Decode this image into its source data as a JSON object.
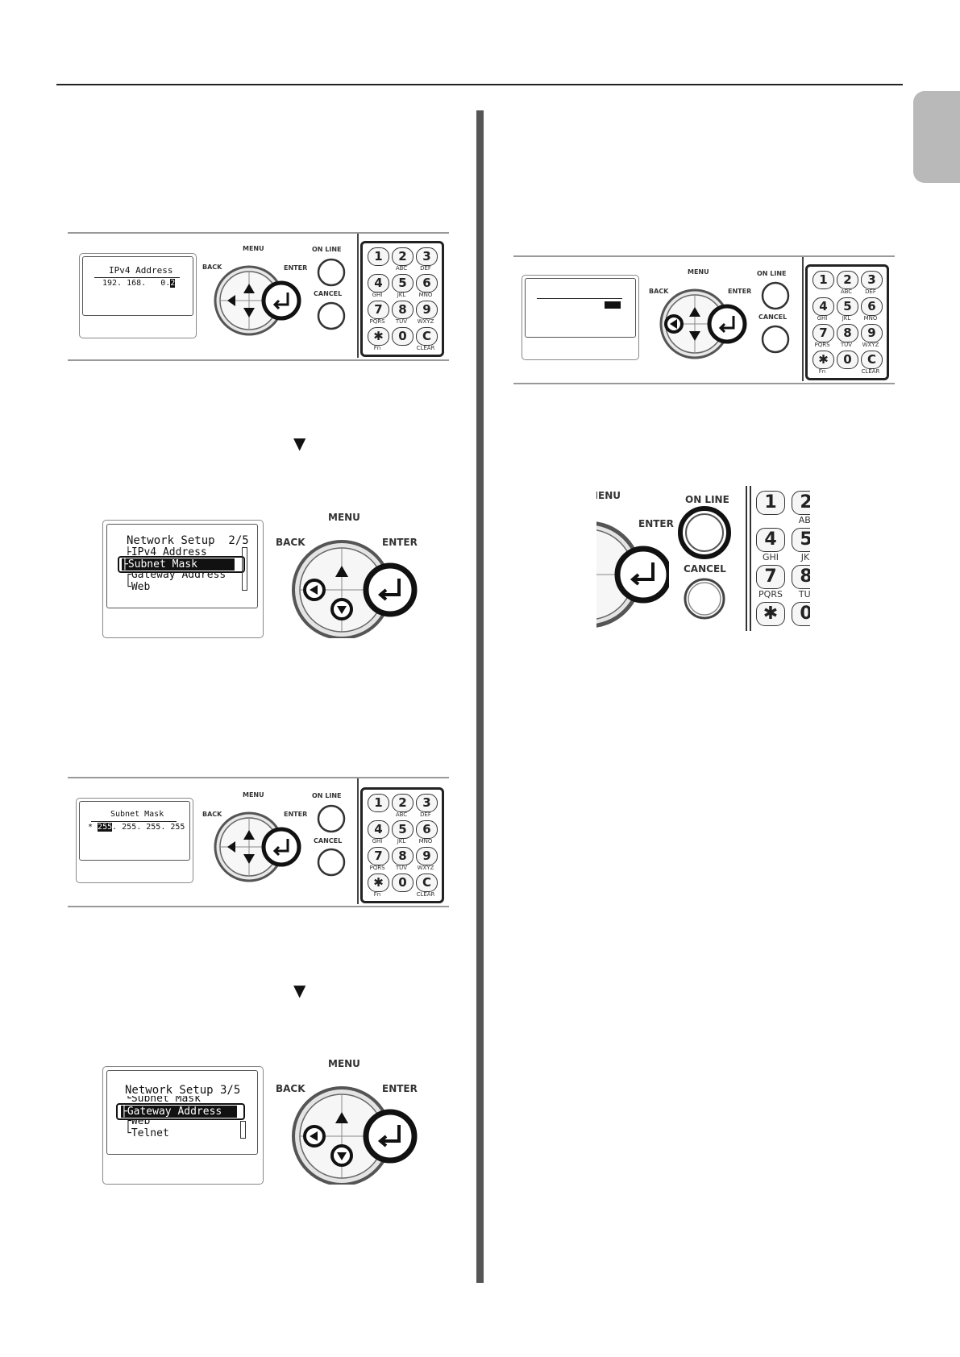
{
  "panel_labels": {
    "menu": "MENU",
    "back": "BACK",
    "enter": "ENTER",
    "online": "ON LINE",
    "cancel": "CANCEL"
  },
  "keypad": {
    "keys": [
      "1",
      "2",
      "3",
      "4",
      "5",
      "6",
      "7",
      "8",
      "9",
      "✱",
      "0",
      "C"
    ],
    "subs": [
      "",
      "ABC",
      "DEF",
      "GHI",
      "JKL",
      "MNO",
      "PQRS",
      "TUV",
      "WXYZ",
      "Fn",
      "",
      "CLEAR"
    ]
  },
  "step_arrows": [
    "▼",
    "▼"
  ],
  "screens": {
    "ipv4": {
      "title": "IPv4 Address",
      "value": "192. 168.   0.",
      "cursor": "2"
    },
    "network_2": {
      "title": "Network Setup  2/5",
      "items": [
        "├IPv4 Address",
        "├Subnet Mask",
        "┌Gateway Address",
        "└Web"
      ]
    },
    "subnet": {
      "title": "Subnet Mask",
      "value_prefix": "* ",
      "cursor": "255",
      "value_rest": ". 255. 255. 255"
    },
    "network_3": {
      "title": "Network Setup 3/5",
      "items": [
        "└Subnet Mask",
        "├Gateway Address",
        "┌Web",
        "└Telnet"
      ]
    }
  },
  "colors": {
    "accent": "#111111",
    "tab": "#b9b9b9"
  }
}
